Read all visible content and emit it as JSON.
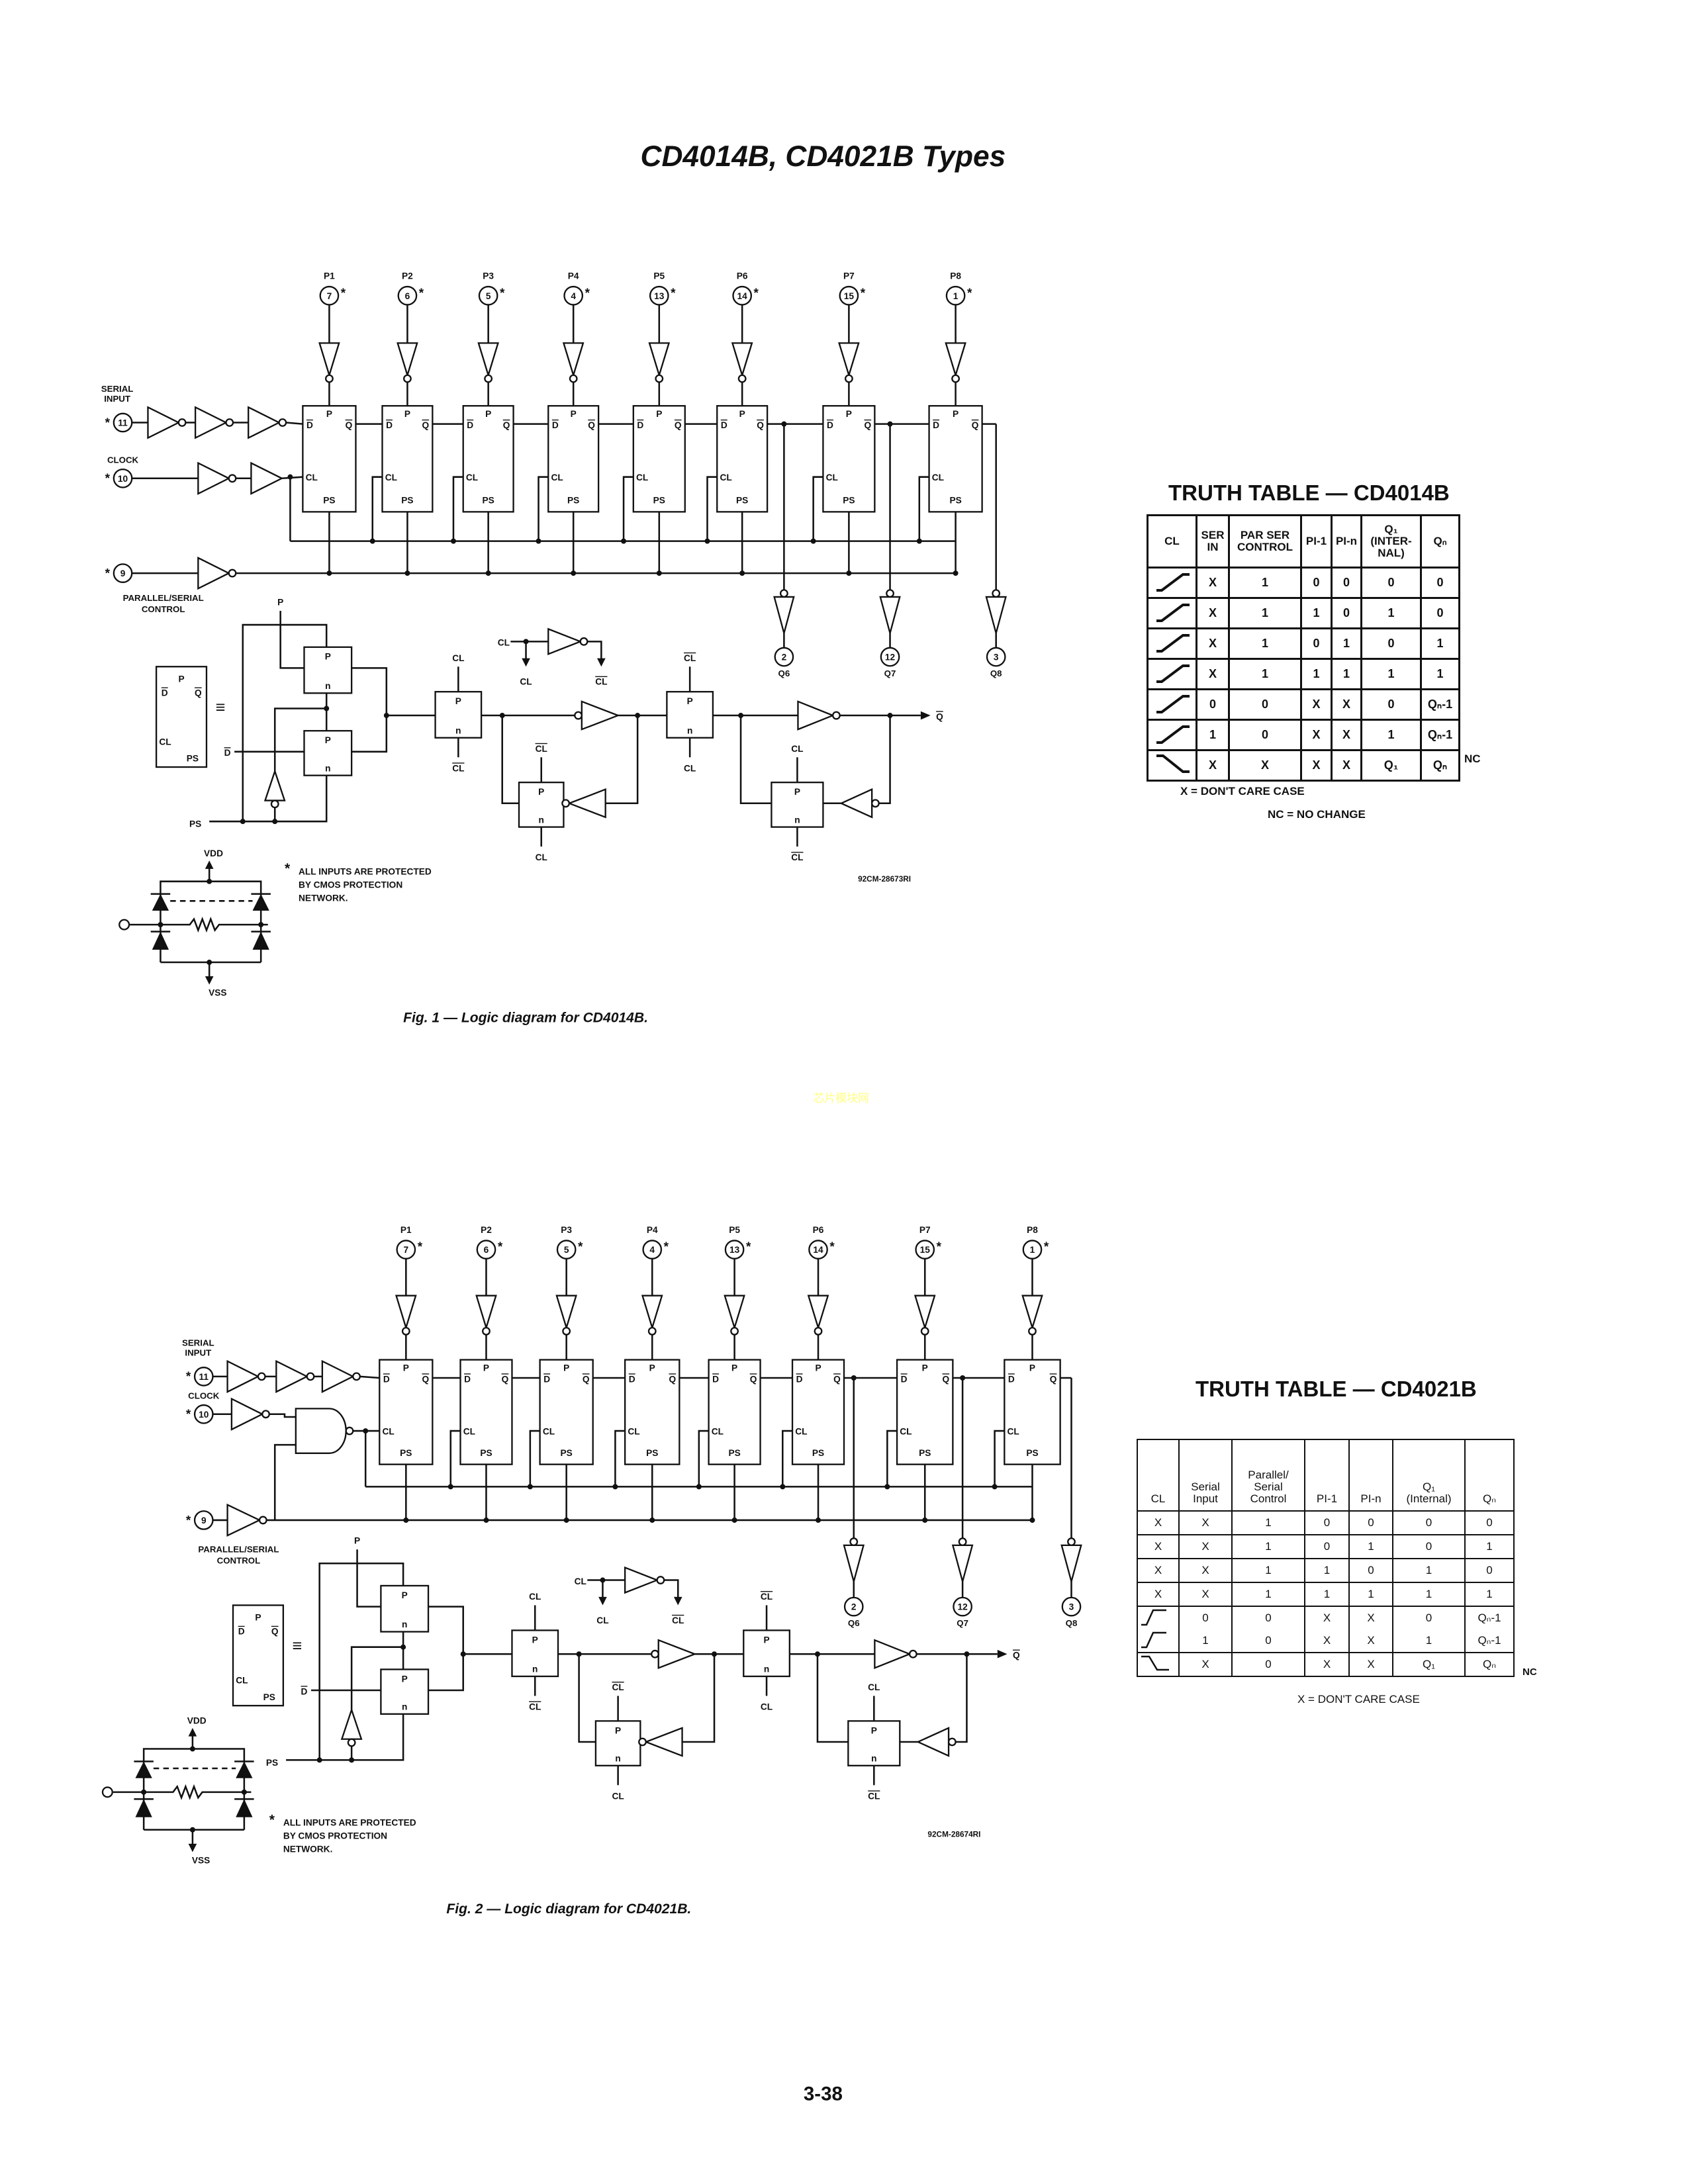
{
  "page": {
    "title": "CD4014B, CD4021B Types",
    "page_number": "3-38",
    "watermark": "芯片模块网"
  },
  "fig1": {
    "pin_mark": "*",
    "pins": [
      {
        "label": "P1",
        "num": "7"
      },
      {
        "label": "P2",
        "num": "6"
      },
      {
        "label": "P3",
        "num": "5"
      },
      {
        "label": "P4",
        "num": "4"
      },
      {
        "label": "P5",
        "num": "13"
      },
      {
        "label": "P6",
        "num": "14"
      },
      {
        "label": "P7",
        "num": "15"
      },
      {
        "label": "P8",
        "num": "1"
      }
    ],
    "serial_input": {
      "label": [
        "SERIAL",
        "INPUT"
      ],
      "pin": "11"
    },
    "clock": {
      "label": "CLOCK",
      "pin": "10"
    },
    "par_ser": {
      "label": [
        "PARALLEL/SERIAL",
        "CONTROL"
      ],
      "pin": "9"
    },
    "ff": {
      "p": "P",
      "d_bar": "D",
      "q_bar": "Q",
      "cl": "CL",
      "ps": "PS"
    },
    "outputs": [
      {
        "pin": "2",
        "label": "Q6"
      },
      {
        "pin": "12",
        "label": "Q7"
      },
      {
        "pin": "3",
        "label": "Q8"
      }
    ],
    "detail": {
      "p": "P",
      "n": "n",
      "cl": "CL",
      "cl_bar": "CL",
      "d_bar": "D",
      "q_bar": "Q",
      "ps": "PS",
      "equiv": "≡"
    },
    "protection": {
      "vdd": "VDD",
      "vss": "VSS"
    },
    "note": [
      "ALL INPUTS ARE PROTECTED",
      "BY CMOS PROTECTION",
      "NETWORK."
    ],
    "code": "92CM-28673RI",
    "caption": "Fig. 1 — Logic diagram for CD4014B."
  },
  "fig2": {
    "pin_mark": "*",
    "pins": [
      {
        "label": "P1",
        "num": "7"
      },
      {
        "label": "P2",
        "num": "6"
      },
      {
        "label": "P3",
        "num": "5"
      },
      {
        "label": "P4",
        "num": "4"
      },
      {
        "label": "P5",
        "num": "13"
      },
      {
        "label": "P6",
        "num": "14"
      },
      {
        "label": "P7",
        "num": "15"
      },
      {
        "label": "P8",
        "num": "1"
      }
    ],
    "serial_input": {
      "label": [
        "SERIAL",
        "INPUT"
      ],
      "pin": "11"
    },
    "clock": {
      "label": "CLOCK",
      "pin": "10"
    },
    "par_ser": {
      "label": [
        "PARALLEL/SERIAL",
        "CONTROL"
      ],
      "pin": "9"
    },
    "ff": {
      "p": "P",
      "d_bar": "D",
      "q_bar": "Q",
      "cl": "CL",
      "ps": "PS"
    },
    "outputs": [
      {
        "pin": "2",
        "label": "Q6"
      },
      {
        "pin": "12",
        "label": "Q7"
      },
      {
        "pin": "3",
        "label": "Q8"
      }
    ],
    "detail": {
      "p": "P",
      "n": "n",
      "cl": "CL",
      "cl_bar": "CL",
      "d_bar": "D",
      "q_bar": "Q",
      "ps": "PS",
      "equiv": "≡"
    },
    "protection": {
      "vdd": "VDD",
      "vss": "VSS"
    },
    "note": [
      "ALL INPUTS ARE PROTECTED",
      "BY CMOS PROTECTION",
      "NETWORK."
    ],
    "code": "92CM-28674RI",
    "caption": "Fig. 2 — Logic diagram for CD4021B."
  },
  "truth_table_4014": {
    "title": "TRUTH TABLE — CD4014B",
    "headers": [
      "CL",
      "SER\nIN",
      "PAR SER\nCONTROL",
      "PI-1",
      "PI-n",
      "Q₁\n(INTER-\nNAL)",
      "Qₙ"
    ],
    "rows": [
      {
        "cl": "rising-edge",
        "cells": [
          "X",
          "1",
          "0",
          "0",
          "0",
          "0"
        ]
      },
      {
        "cl": "rising-edge",
        "cells": [
          "X",
          "1",
          "1",
          "0",
          "1",
          "0"
        ]
      },
      {
        "cl": "rising-edge",
        "cells": [
          "X",
          "1",
          "0",
          "1",
          "0",
          "1"
        ]
      },
      {
        "cl": "rising-edge",
        "cells": [
          "X",
          "1",
          "1",
          "1",
          "1",
          "1"
        ]
      },
      {
        "cl": "rising-edge",
        "cells": [
          "0",
          "0",
          "X",
          "X",
          "0",
          "Qₙ-1"
        ]
      },
      {
        "cl": "rising-edge",
        "cells": [
          "1",
          "0",
          "X",
          "X",
          "1",
          "Qₙ-1"
        ]
      },
      {
        "cl": "falling-edge",
        "cells": [
          "X",
          "X",
          "X",
          "X",
          "Q₁",
          "Qₙ"
        ]
      }
    ],
    "nc_mark": "NC",
    "notes": [
      "X = DON'T CARE CASE",
      "NC = NO CHANGE"
    ]
  },
  "truth_table_4021": {
    "title": "TRUTH TABLE — CD4021B",
    "headers": [
      "CL",
      "Serial\nInput",
      "Parallel/\nSerial\nControl",
      "PI-1",
      "PI-n",
      "Q₁\n(Internal)",
      "Qₙ"
    ],
    "rows": [
      {
        "cl": "X",
        "cells": [
          "X",
          "1",
          "0",
          "0",
          "0",
          "0"
        ]
      },
      {
        "cl": "X",
        "cells": [
          "X",
          "1",
          "0",
          "1",
          "0",
          "1"
        ]
      },
      {
        "cl": "X",
        "cells": [
          "X",
          "1",
          "1",
          "0",
          "1",
          "0"
        ]
      },
      {
        "cl": "X",
        "cells": [
          "X",
          "1",
          "1",
          "1",
          "1",
          "1"
        ]
      },
      {
        "cl": "rising-edge",
        "cells": [
          "0",
          "0",
          "X",
          "X",
          "0",
          "Qₙ-1"
        ]
      },
      {
        "cl": "rising-edge",
        "cells": [
          "1",
          "0",
          "X",
          "X",
          "1",
          "Qₙ-1"
        ]
      },
      {
        "cl": "falling-edge",
        "cells": [
          "X",
          "0",
          "X",
          "X",
          "Q₁",
          "Qₙ"
        ]
      }
    ],
    "nc_mark": "NC",
    "notes": [
      "X = DON'T CARE CASE"
    ]
  }
}
